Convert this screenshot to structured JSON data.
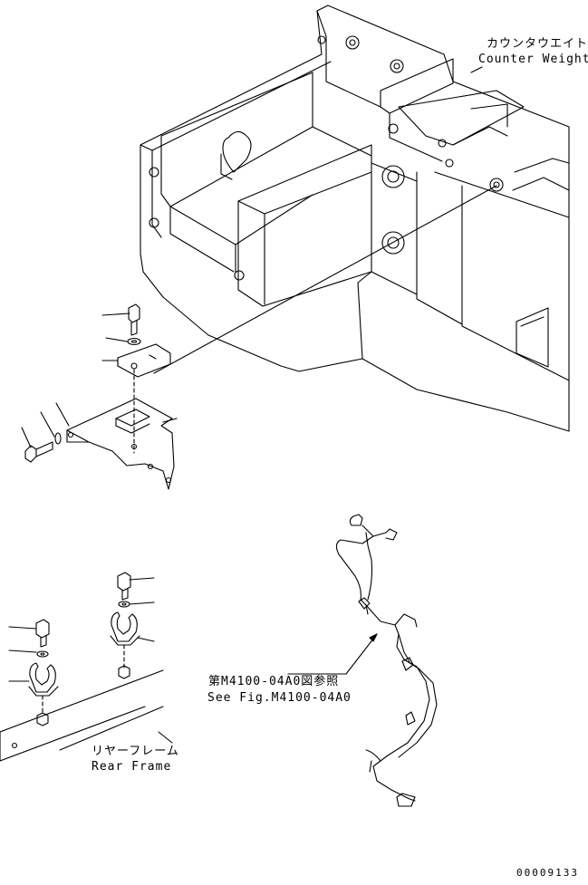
{
  "labels": {
    "counter_weight_jp": "カウンタウエイト",
    "counter_weight_en": "Counter Weight",
    "ref_jp": "第M4100-04A0図参照",
    "ref_en": "See Fig.M4100-04A0",
    "rear_frame_jp": "リヤーフレーム",
    "rear_frame_en": "Rear Frame",
    "drawing_number": "00009133"
  }
}
